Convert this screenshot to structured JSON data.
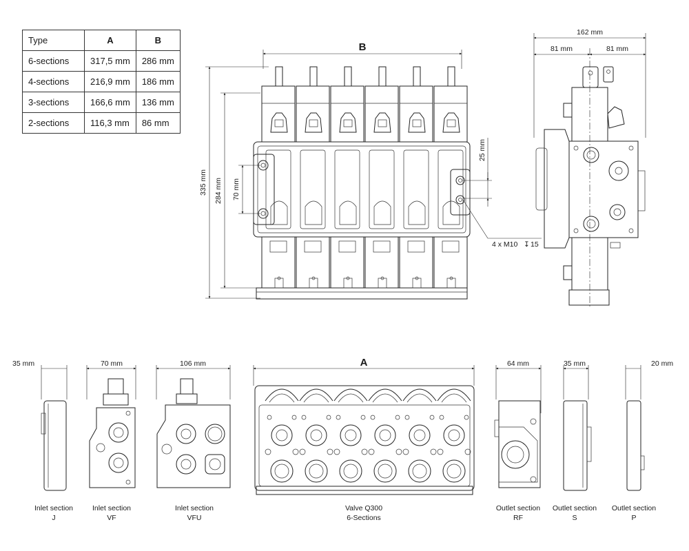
{
  "table": {
    "headers": [
      "Type",
      "A",
      "B"
    ],
    "rows": [
      [
        "6-sections",
        "317,5 mm",
        "286 mm"
      ],
      [
        "4-sections",
        "216,9 mm",
        "186 mm"
      ],
      [
        "3-sections",
        "166,6 mm",
        "136 mm"
      ],
      [
        "2-sections",
        "116,3 mm",
        "86 mm"
      ]
    ]
  },
  "front_view": {
    "width_label": "B",
    "height_total": "335 mm",
    "height_body": "284 mm",
    "port_spacing": "70 mm",
    "offset": "25 mm",
    "thread_note": "4 x M10",
    "depth_note": "15"
  },
  "side_view": {
    "total_width": "162 mm",
    "half_left": "81 mm",
    "half_right": "81 mm"
  },
  "bottom_row": {
    "a_label": "A",
    "dims": [
      "35 mm",
      "70 mm",
      "106 mm",
      "64 mm",
      "35 mm",
      "20 mm"
    ],
    "captions": [
      {
        "line1": "Inlet section",
        "line2": "J"
      },
      {
        "line1": "Inlet section",
        "line2": "VF"
      },
      {
        "line1": "Inlet section",
        "line2": "VFU"
      },
      {
        "line1": "Valve Q300",
        "line2": "6-Sections"
      },
      {
        "line1": "Outlet section",
        "line2": "RF"
      },
      {
        "line1": "Outlet section",
        "line2": "S"
      },
      {
        "line1": "Outlet section",
        "line2": "P"
      }
    ]
  }
}
